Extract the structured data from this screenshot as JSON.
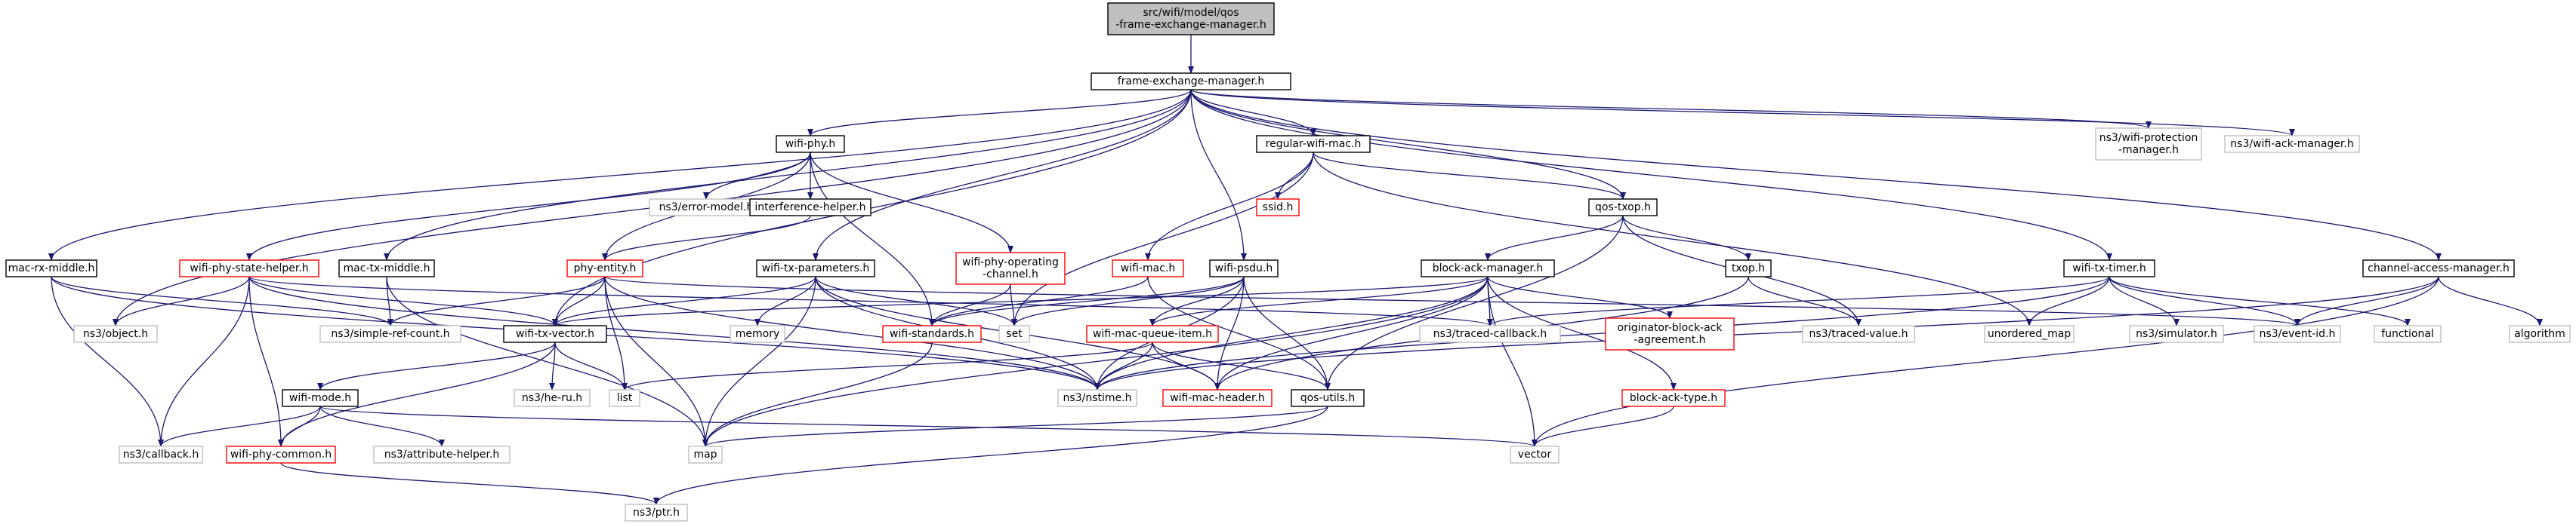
{
  "nodes": [
    {
      "id": "root",
      "lines": [
        "src/wifi/model/qos",
        "-frame-exchange-manager.h"
      ],
      "style": "root"
    },
    {
      "id": "fem",
      "lines": [
        "frame-exchange-manager.h"
      ],
      "style": "normal"
    },
    {
      "id": "mac_rx_middle",
      "lines": [
        "mac-rx-middle.h"
      ],
      "style": "normal"
    },
    {
      "id": "wifi_phy",
      "lines": [
        "wifi-phy.h"
      ],
      "style": "normal"
    },
    {
      "id": "mac_tx_middle",
      "lines": [
        "mac-tx-middle.h"
      ],
      "style": "normal"
    },
    {
      "id": "wifi_tx_parameters",
      "lines": [
        "wifi-tx-parameters.h"
      ],
      "style": "normal"
    },
    {
      "id": "wifi_psdu",
      "lines": [
        "wifi-psdu.h"
      ],
      "style": "normal"
    },
    {
      "id": "regular_wifi_mac",
      "lines": [
        "regular-wifi-mac.h"
      ],
      "style": "normal"
    },
    {
      "id": "qos_txop",
      "lines": [
        "qos-txop.h"
      ],
      "style": "normal"
    },
    {
      "id": "wifi_tx_timer",
      "lines": [
        "wifi-tx-timer.h"
      ],
      "style": "normal"
    },
    {
      "id": "ns3_wifi_protection",
      "lines": [
        "ns3/wifi-protection",
        "-manager.h"
      ],
      "style": "missing"
    },
    {
      "id": "ns3_wifi_ack",
      "lines": [
        "ns3/wifi-ack-manager.h"
      ],
      "style": "missing"
    },
    {
      "id": "channel_access",
      "lines": [
        "channel-access-manager.h"
      ],
      "style": "normal"
    },
    {
      "id": "ns3_error_model",
      "lines": [
        "ns3/error-model.h"
      ],
      "style": "missing"
    },
    {
      "id": "interference_helper",
      "lines": [
        "interference-helper.h"
      ],
      "style": "normal"
    },
    {
      "id": "ssid",
      "lines": [
        "ssid.h"
      ],
      "style": "incomplete"
    },
    {
      "id": "wifi_phy_state_helper",
      "lines": [
        "wifi-phy-state-helper.h"
      ],
      "style": "incomplete"
    },
    {
      "id": "phy_entity",
      "lines": [
        "phy-entity.h"
      ],
      "style": "incomplete"
    },
    {
      "id": "wifi_phy_operating_channel",
      "lines": [
        "wifi-phy-operating",
        "-channel.h"
      ],
      "style": "incomplete"
    },
    {
      "id": "wifi_mac",
      "lines": [
        "wifi-mac.h"
      ],
      "style": "incomplete"
    },
    {
      "id": "block_ack_manager",
      "lines": [
        "block-ack-manager.h"
      ],
      "style": "normal"
    },
    {
      "id": "txop",
      "lines": [
        "txop.h"
      ],
      "style": "normal"
    },
    {
      "id": "ns3_object",
      "lines": [
        "ns3/object.h"
      ],
      "style": "missing"
    },
    {
      "id": "ns3_simple_ref_count",
      "lines": [
        "ns3/simple-ref-count.h"
      ],
      "style": "missing"
    },
    {
      "id": "wifi_tx_vector",
      "lines": [
        "wifi-tx-vector.h"
      ],
      "style": "normal"
    },
    {
      "id": "memory",
      "lines": [
        "memory"
      ],
      "style": "missing"
    },
    {
      "id": "wifi_standards",
      "lines": [
        "wifi-standards.h"
      ],
      "style": "incomplete"
    },
    {
      "id": "set",
      "lines": [
        "set"
      ],
      "style": "missing"
    },
    {
      "id": "wifi_mac_queue_item",
      "lines": [
        "wifi-mac-queue-item.h"
      ],
      "style": "incomplete"
    },
    {
      "id": "ns3_traced_callback",
      "lines": [
        "ns3/traced-callback.h"
      ],
      "style": "missing"
    },
    {
      "id": "originator_block_ack",
      "lines": [
        "originator-block-ack",
        "-agreement.h"
      ],
      "style": "incomplete"
    },
    {
      "id": "ns3_traced_value",
      "lines": [
        "ns3/traced-value.h"
      ],
      "style": "missing"
    },
    {
      "id": "unordered_map",
      "lines": [
        "unordered_map"
      ],
      "style": "missing"
    },
    {
      "id": "ns3_simulator",
      "lines": [
        "ns3/simulator.h"
      ],
      "style": "missing"
    },
    {
      "id": "ns3_event_id",
      "lines": [
        "ns3/event-id.h"
      ],
      "style": "missing"
    },
    {
      "id": "functional",
      "lines": [
        "functional"
      ],
      "style": "missing"
    },
    {
      "id": "algorithm",
      "lines": [
        "algorithm"
      ],
      "style": "missing"
    },
    {
      "id": "wifi_mode",
      "lines": [
        "wifi-mode.h"
      ],
      "style": "normal"
    },
    {
      "id": "ns3_he_ru",
      "lines": [
        "ns3/he-ru.h"
      ],
      "style": "missing"
    },
    {
      "id": "list",
      "lines": [
        "list"
      ],
      "style": "missing"
    },
    {
      "id": "ns3_nstime",
      "lines": [
        "ns3/nstime.h"
      ],
      "style": "missing"
    },
    {
      "id": "wifi_mac_header",
      "lines": [
        "wifi-mac-header.h"
      ],
      "style": "incomplete"
    },
    {
      "id": "qos_utils",
      "lines": [
        "qos-utils.h"
      ],
      "style": "normal"
    },
    {
      "id": "block_ack_type",
      "lines": [
        "block-ack-type.h"
      ],
      "style": "incomplete"
    },
    {
      "id": "ns3_callback",
      "lines": [
        "ns3/callback.h"
      ],
      "style": "missing"
    },
    {
      "id": "wifi_phy_common",
      "lines": [
        "wifi-phy-common.h"
      ],
      "style": "incomplete"
    },
    {
      "id": "ns3_attribute_helper",
      "lines": [
        "ns3/attribute-helper.h"
      ],
      "style": "missing"
    },
    {
      "id": "map",
      "lines": [
        "map"
      ],
      "style": "missing"
    },
    {
      "id": "vector",
      "lines": [
        "vector"
      ],
      "style": "missing"
    },
    {
      "id": "ns3_ptr",
      "lines": [
        "ns3/ptr.h"
      ],
      "style": "missing"
    }
  ],
  "edges": [
    [
      "root",
      "fem"
    ],
    [
      "fem",
      "mac_rx_middle"
    ],
    [
      "fem",
      "ns3_object"
    ],
    [
      "fem",
      "wifi_phy"
    ],
    [
      "fem",
      "mac_tx_middle"
    ],
    [
      "fem",
      "wifi_tx_vector"
    ],
    [
      "fem",
      "wifi_tx_parameters"
    ],
    [
      "fem",
      "wifi_psdu"
    ],
    [
      "fem",
      "regular_wifi_mac"
    ],
    [
      "fem",
      "qos_txop"
    ],
    [
      "fem",
      "wifi_tx_timer"
    ],
    [
      "fem",
      "ns3_wifi_protection"
    ],
    [
      "fem",
      "ns3_wifi_ack"
    ],
    [
      "fem",
      "channel_access"
    ],
    [
      "mac_rx_middle",
      "ns3_simple_ref_count"
    ],
    [
      "mac_rx_middle",
      "ns3_callback"
    ],
    [
      "mac_rx_middle",
      "ns3_nstime"
    ],
    [
      "wifi_phy",
      "wifi_phy_state_helper"
    ],
    [
      "wifi_phy",
      "phy_entity"
    ],
    [
      "wifi_phy",
      "ns3_error_model"
    ],
    [
      "wifi_phy",
      "interference_helper"
    ],
    [
      "wifi_phy",
      "wifi_phy_operating_channel"
    ],
    [
      "wifi_phy",
      "wifi_standards"
    ],
    [
      "mac_tx_middle",
      "ns3_simple_ref_count"
    ],
    [
      "mac_tx_middle",
      "map"
    ],
    [
      "wifi_tx_parameters",
      "wifi_tx_vector"
    ],
    [
      "wifi_tx_parameters",
      "memory"
    ],
    [
      "wifi_tx_parameters",
      "set"
    ],
    [
      "wifi_tx_parameters",
      "map"
    ],
    [
      "wifi_tx_parameters",
      "ns3_nstime"
    ],
    [
      "wifi_tx_parameters",
      "wifi_mac_header"
    ],
    [
      "wifi_psdu",
      "wifi_mac_queue_item"
    ],
    [
      "wifi_psdu",
      "set"
    ],
    [
      "wifi_psdu",
      "ns3_nstime"
    ],
    [
      "wifi_psdu",
      "wifi_mac_header"
    ],
    [
      "wifi_psdu",
      "qos_utils"
    ],
    [
      "wifi_psdu",
      "wifi_standards"
    ],
    [
      "regular_wifi_mac",
      "ssid"
    ],
    [
      "regular_wifi_mac",
      "wifi_mac"
    ],
    [
      "regular_wifi_mac",
      "qos_txop"
    ],
    [
      "regular_wifi_mac",
      "set"
    ],
    [
      "regular_wifi_mac",
      "unordered_map"
    ],
    [
      "qos_txop",
      "block_ack_manager"
    ],
    [
      "qos_txop",
      "txop"
    ],
    [
      "qos_txop",
      "ns3_traced_value"
    ],
    [
      "qos_txop",
      "qos_utils"
    ],
    [
      "wifi_tx_timer",
      "ns3_traced_callback"
    ],
    [
      "wifi_tx_timer",
      "unordered_map"
    ],
    [
      "wifi_tx_timer",
      "ns3_simulator"
    ],
    [
      "wifi_tx_timer",
      "ns3_event_id"
    ],
    [
      "wifi_tx_timer",
      "functional"
    ],
    [
      "wifi_tx_timer",
      "ns3_nstime"
    ],
    [
      "channel_access",
      "ns3_event_id"
    ],
    [
      "channel_access",
      "algorithm"
    ],
    [
      "channel_access",
      "vector"
    ],
    [
      "channel_access",
      "ns3_nstime"
    ],
    [
      "interference_helper",
      "phy_entity"
    ],
    [
      "wifi_phy_state_helper",
      "ns3_object"
    ],
    [
      "wifi_phy_state_helper",
      "ns3_callback"
    ],
    [
      "wifi_phy_state_helper",
      "wifi_tx_vector"
    ],
    [
      "wifi_phy_state_helper",
      "ns3_traced_callback"
    ],
    [
      "wifi_phy_state_helper",
      "wifi_phy_common"
    ],
    [
      "wifi_phy_state_helper",
      "ns3_nstime"
    ],
    [
      "phy_entity",
      "wifi_tx_vector"
    ],
    [
      "phy_entity",
      "ns3_simple_ref_count"
    ],
    [
      "phy_entity",
      "ns3_event_id"
    ],
    [
      "phy_entity",
      "map"
    ],
    [
      "phy_entity",
      "list"
    ],
    [
      "phy_entity",
      "ns3_nstime"
    ],
    [
      "wifi_phy_operating_channel",
      "set"
    ],
    [
      "wifi_phy_operating_channel",
      "wifi_standards"
    ],
    [
      "wifi_mac",
      "wifi_standards"
    ],
    [
      "wifi_mac",
      "qos_utils"
    ],
    [
      "block_ack_manager",
      "wifi_tx_vector"
    ],
    [
      "block_ack_manager",
      "wifi_mac_queue_item"
    ],
    [
      "block_ack_manager",
      "ns3_traced_callback"
    ],
    [
      "block_ack_manager",
      "originator_block_ack"
    ],
    [
      "block_ack_manager",
      "block_ack_type"
    ],
    [
      "block_ack_manager",
      "map"
    ],
    [
      "block_ack_manager",
      "vector"
    ],
    [
      "block_ack_manager",
      "ns3_nstime"
    ],
    [
      "block_ack_manager",
      "wifi_mac_header"
    ],
    [
      "txop",
      "ns3_traced_value"
    ],
    [
      "txop",
      "wifi_mac_header"
    ],
    [
      "wifi_tx_vector",
      "wifi_mode"
    ],
    [
      "wifi_tx_vector",
      "ns3_he_ru"
    ],
    [
      "wifi_tx_vector",
      "list"
    ],
    [
      "wifi_tx_vector",
      "wifi_phy_common"
    ],
    [
      "wifi_standards",
      "map"
    ],
    [
      "wifi_mac_queue_item",
      "ns3_nstime"
    ],
    [
      "wifi_mac_queue_item",
      "wifi_mac_header"
    ],
    [
      "wifi_mac_queue_item",
      "qos_utils"
    ],
    [
      "wifi_mac_queue_item",
      "list"
    ],
    [
      "wifi_mode",
      "ns3_callback"
    ],
    [
      "wifi_mode",
      "wifi_phy_common"
    ],
    [
      "wifi_mode",
      "ns3_attribute_helper"
    ],
    [
      "wifi_mode",
      "vector"
    ],
    [
      "qos_utils",
      "map"
    ],
    [
      "qos_utils",
      "ns3_ptr"
    ],
    [
      "block_ack_type",
      "vector"
    ],
    [
      "wifi_phy_common",
      "ns3_ptr"
    ]
  ]
}
